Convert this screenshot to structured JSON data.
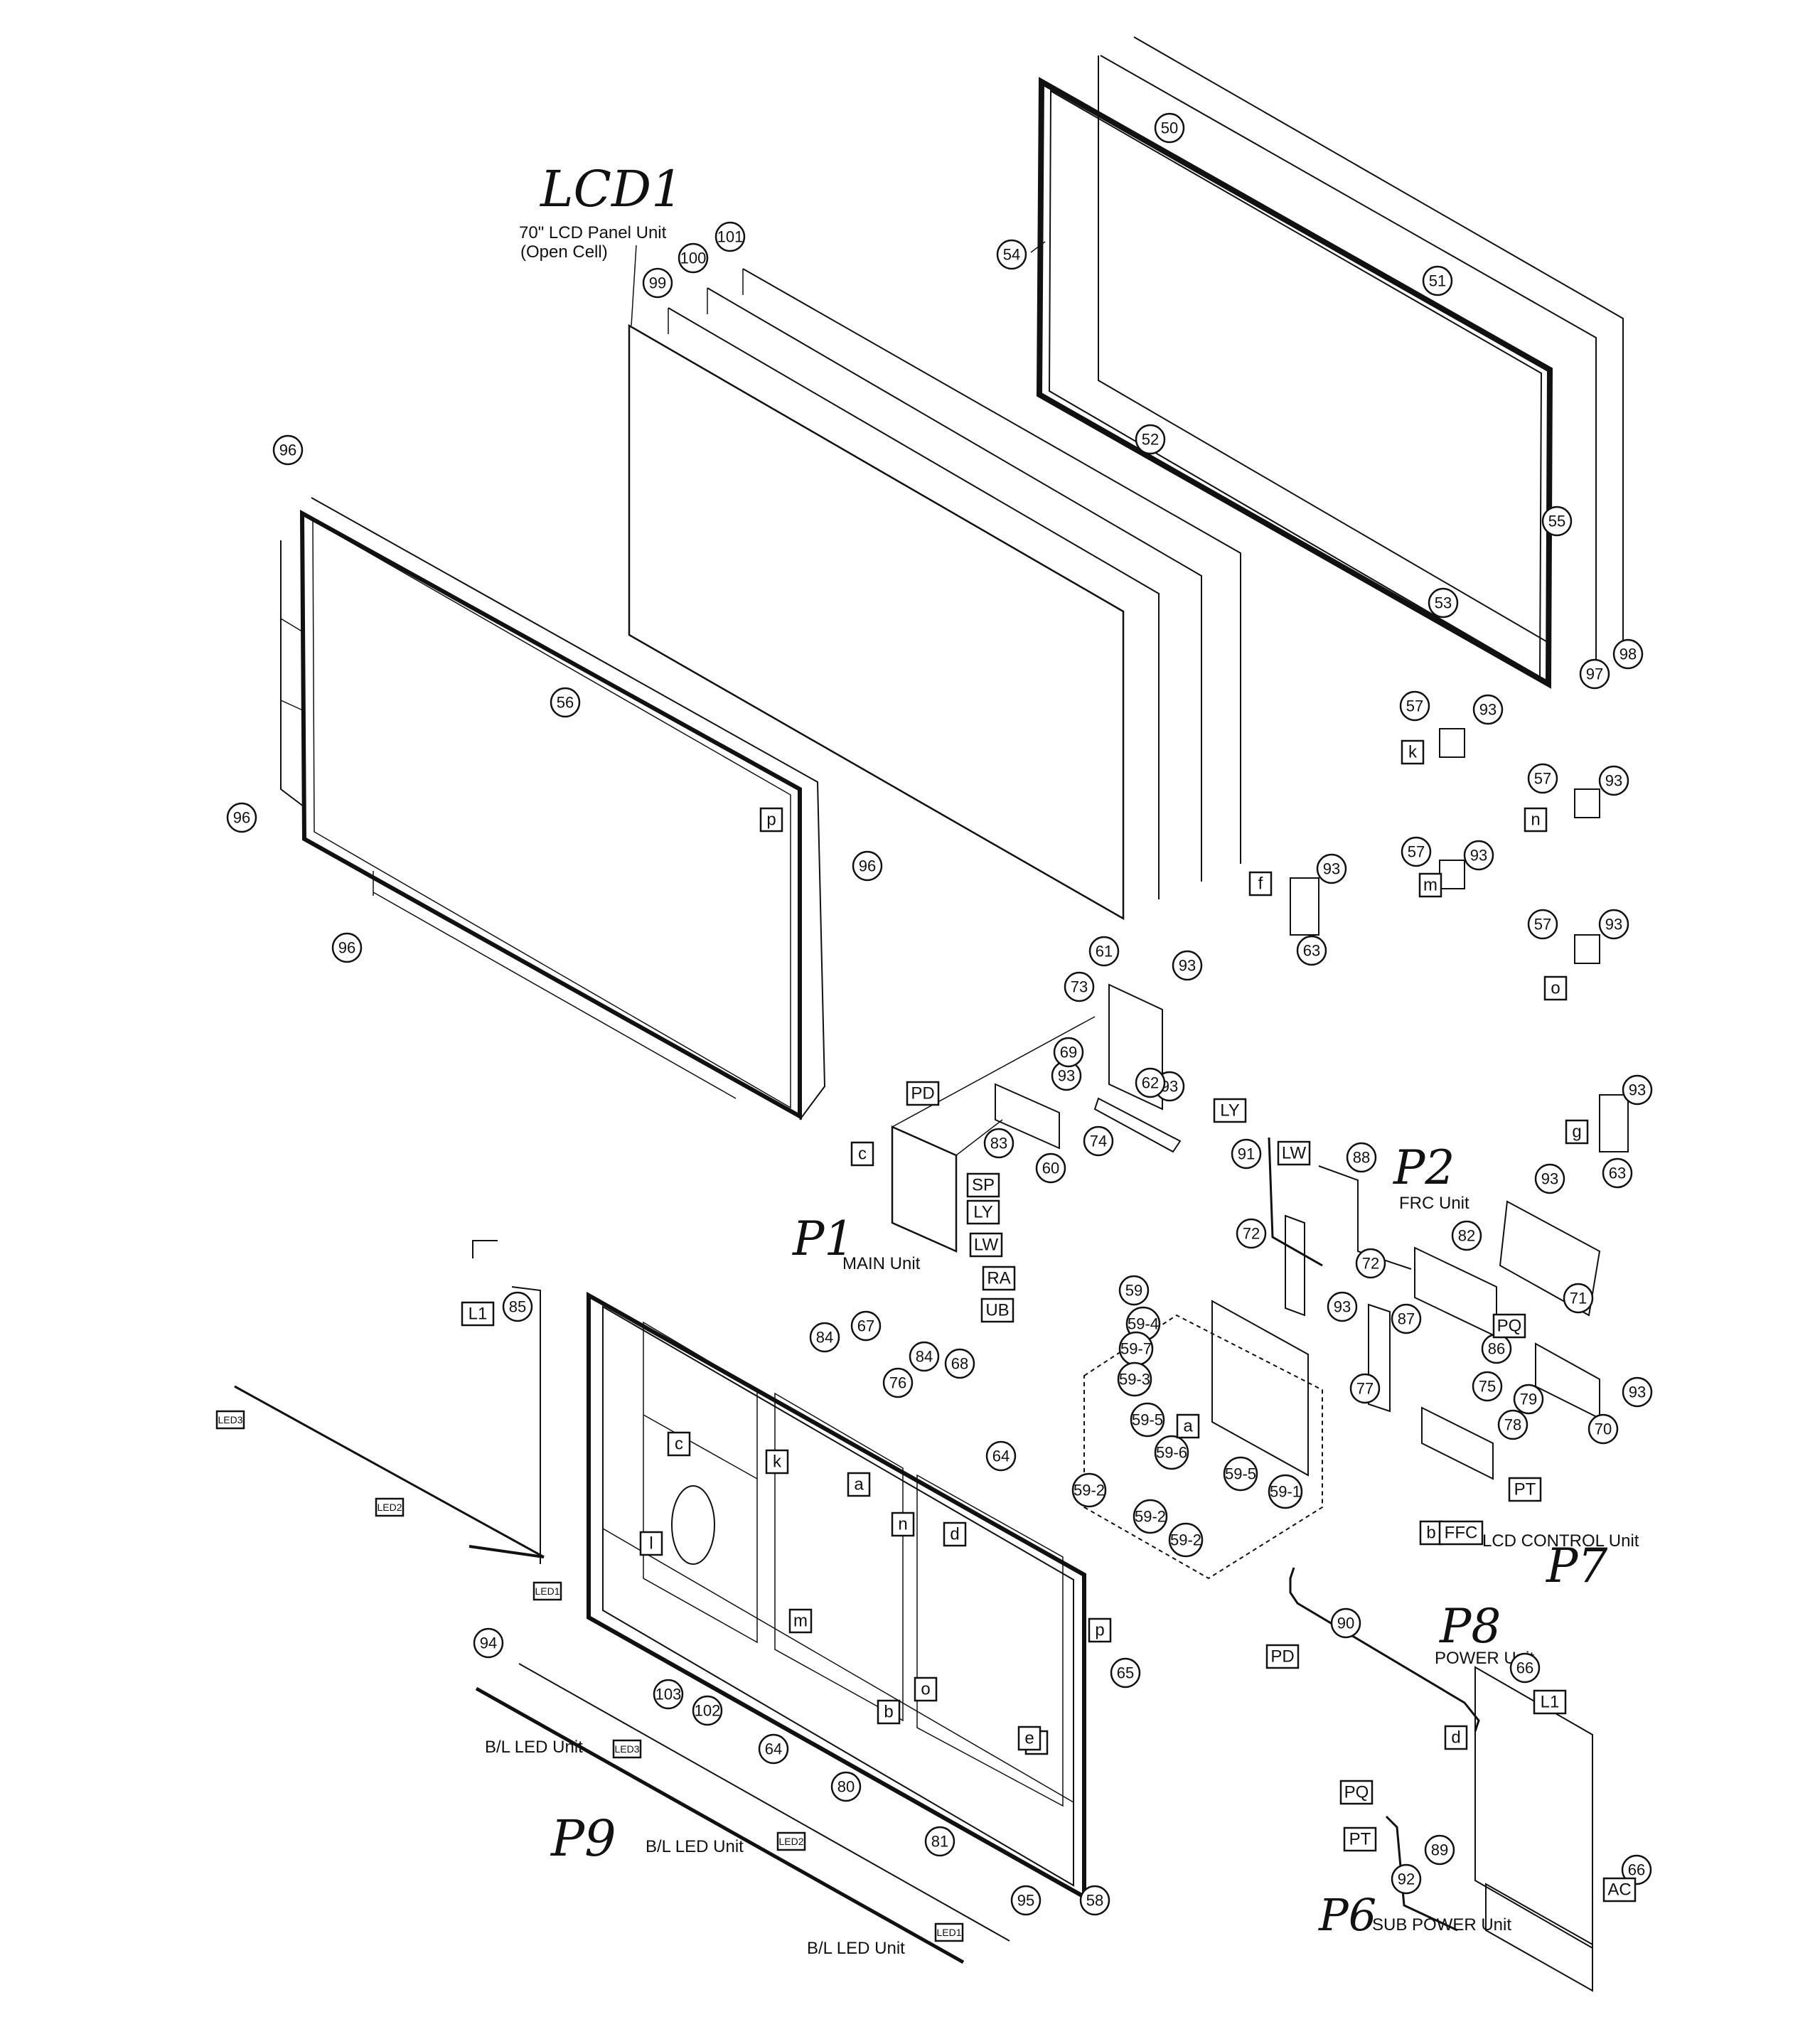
{
  "handwritten": {
    "lcd1": "LCD1",
    "p1": "P1",
    "p2": "P2",
    "p6": "P6",
    "p7": "P7",
    "p8": "P8",
    "p9": "P9"
  },
  "labels": {
    "lcd_panel_line1": "70\" LCD Panel Unit",
    "lcd_panel_line2": "(Open Cell)",
    "main_unit": "MAIN Unit",
    "frc_unit": "FRC Unit",
    "lcd_control_unit": "LCD CONTROL Unit",
    "power_unit": "POWER Unit",
    "sub_power_unit": "SUB POWER Unit",
    "bl_led_unit_1": "B/L LED Unit",
    "bl_led_unit_2": "B/L LED Unit",
    "bl_led_unit_3": "B/L LED Unit"
  },
  "callouts": [
    "50",
    "51",
    "52",
    "53",
    "54",
    "55",
    "97",
    "98",
    "99",
    "100",
    "101",
    "96",
    "96",
    "96",
    "96",
    "56",
    "57",
    "57",
    "57",
    "57",
    "93",
    "93",
    "93",
    "93",
    "93",
    "93",
    "93",
    "93",
    "93",
    "93",
    "93",
    "93",
    "63",
    "63",
    "61",
    "73",
    "69",
    "62",
    "74",
    "60",
    "83",
    "91",
    "88",
    "82",
    "71",
    "72",
    "72",
    "59",
    "59-4",
    "59-7",
    "59-3",
    "59-5",
    "59-6",
    "59-5",
    "59-1",
    "59-2",
    "59-2",
    "59-2",
    "77",
    "87",
    "86",
    "75",
    "79",
    "78",
    "70",
    "85",
    "84",
    "67",
    "84",
    "68",
    "76",
    "64",
    "64",
    "65",
    "94",
    "103",
    "102",
    "80",
    "81",
    "58",
    "95",
    "90",
    "66",
    "66",
    "89",
    "92"
  ],
  "tags": [
    "k",
    "n",
    "m",
    "o",
    "f",
    "g",
    "p",
    "p",
    "c",
    "c",
    "a",
    "a",
    "d",
    "b",
    "b",
    "e",
    "e",
    "l",
    "k",
    "n",
    "m",
    "o",
    "PD",
    "PD",
    "SP",
    "LY",
    "LY",
    "LW",
    "LW",
    "RA",
    "UB",
    "PQ",
    "PQ",
    "PT",
    "PT",
    "FFC",
    "L1",
    "L1",
    "AC",
    "d"
  ],
  "small_tags": [
    "LED3",
    "LED2",
    "LED1",
    "LED3",
    "LED2",
    "LED1"
  ]
}
